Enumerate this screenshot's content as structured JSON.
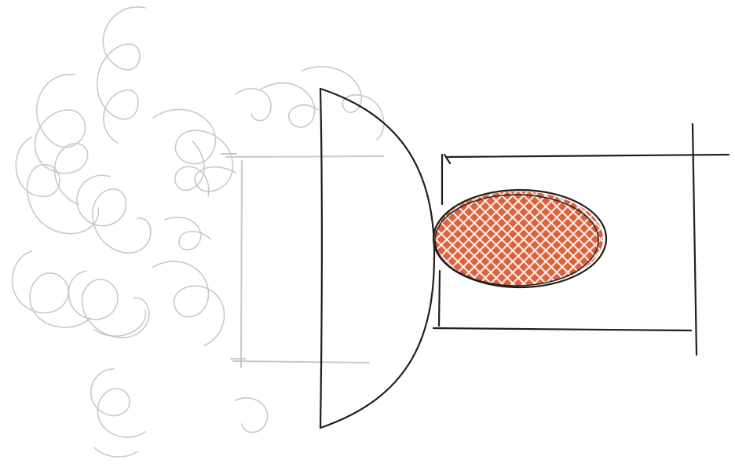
{
  "drawing": {
    "style": "hand-drawn sketch",
    "ink_color": "#1f1f1f",
    "faint_pencil_color": "#c9c9c9",
    "fill_color": "#d9643f",
    "hatch_color": "#ffffff",
    "elements": [
      "faint-loop-scribbles",
      "faint-background-rectangle",
      "half-dome-lens",
      "foreground-rectangle",
      "filled-ellipse"
    ]
  }
}
